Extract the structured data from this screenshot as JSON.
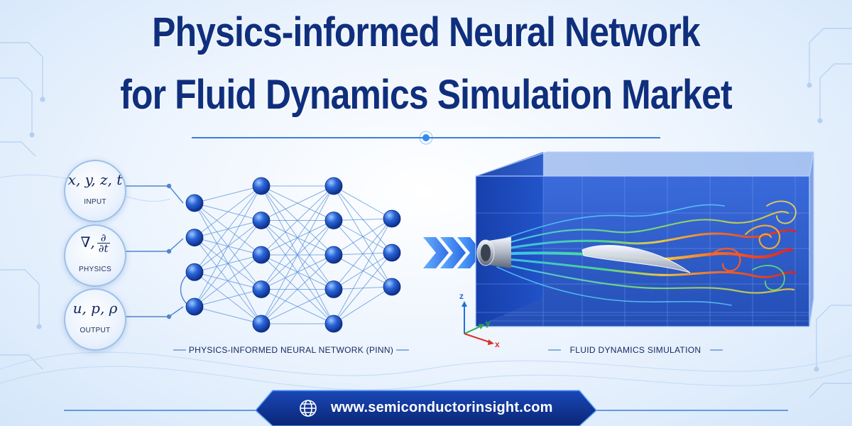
{
  "title": {
    "line1": "Physics-informed Neural Network",
    "line2": "for Fluid Dynamics Simulation Market"
  },
  "inputs": [
    {
      "symbol": "x, y, z, t",
      "label": "INPUT"
    },
    {
      "symbol_prefix": "∇,",
      "frac_num": "∂",
      "frac_den": "∂t",
      "label": "PHYSICS"
    },
    {
      "symbol": "u, p, ρ",
      "label": "OUTPUT"
    }
  ],
  "network": {
    "caption": "PHYSICS-INFORMED NEURAL NETWORK (PINN)",
    "layer_sizes": [
      4,
      5,
      5,
      3
    ]
  },
  "simulation": {
    "caption": "FLUID DYNAMICS SIMULATION",
    "axes": {
      "z": "z",
      "y": "y",
      "x": "x"
    }
  },
  "footer": {
    "url": "www.semiconductorinsight.com",
    "icon": "globe-icon"
  },
  "colors": {
    "title": "#0f2f7d",
    "node": "#1f56c9",
    "banner": "#0c2f8e",
    "accent": "#2f8df0"
  }
}
